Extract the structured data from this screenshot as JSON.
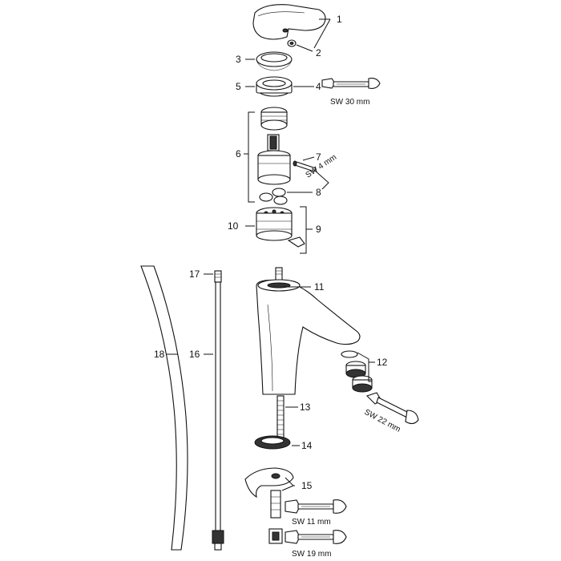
{
  "labels": {
    "p1": "1",
    "p2": "2",
    "p3": "3",
    "p4": "4",
    "p5": "5",
    "p6": "6",
    "p7": "7",
    "p8": "8",
    "p9": "9",
    "p10": "10",
    "p11": "11",
    "p12": "12",
    "p13": "13",
    "p14": "14",
    "p15": "15",
    "p16": "16",
    "p17": "17",
    "p18": "18"
  },
  "tools": {
    "sw30": "SW 30 mm",
    "sw4": "SW 4 mm",
    "sw22": "SW 22 mm",
    "sw11": "SW 11 mm",
    "sw19": "SW 19 mm"
  }
}
